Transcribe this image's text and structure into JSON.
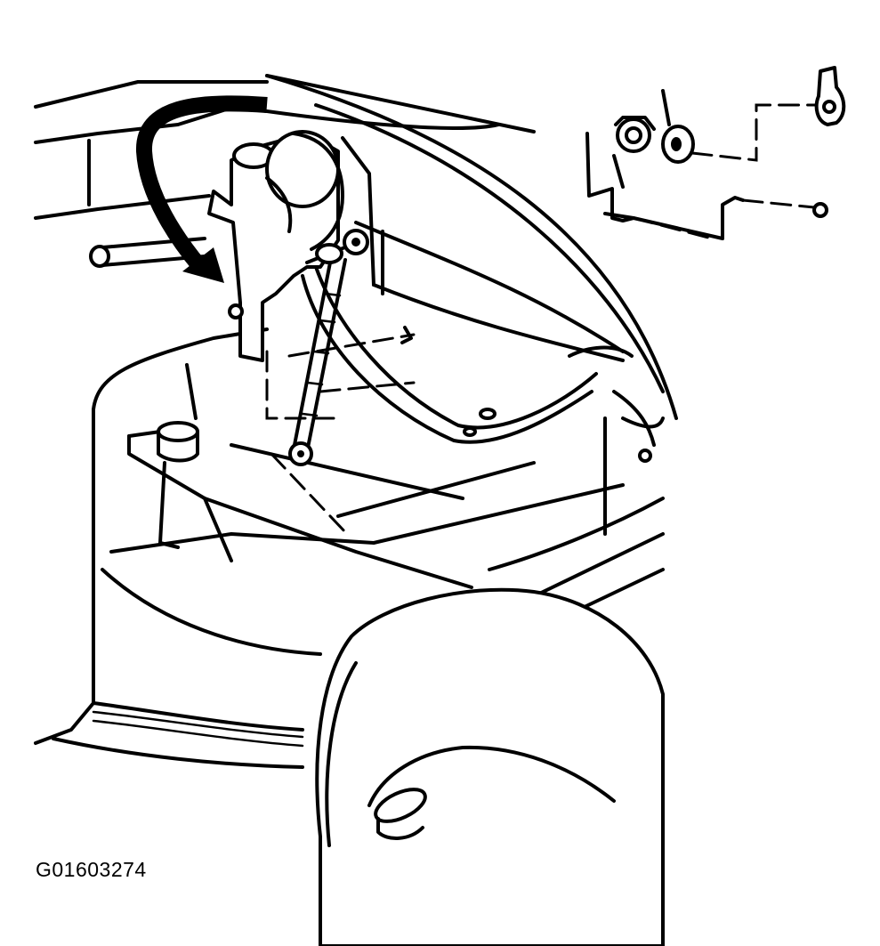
{
  "figure": {
    "id_label": "G01603274"
  },
  "icons": {
    "arrow": "curved-arrow-icon",
    "sensor": "headlamp-leveling-sensor",
    "link": "sensor-link-rod",
    "tire": "tire",
    "bracket": "mounting-bracket",
    "nut": "nut-icon",
    "washer": "washer-icon",
    "clip": "retaining-clip-icon"
  }
}
